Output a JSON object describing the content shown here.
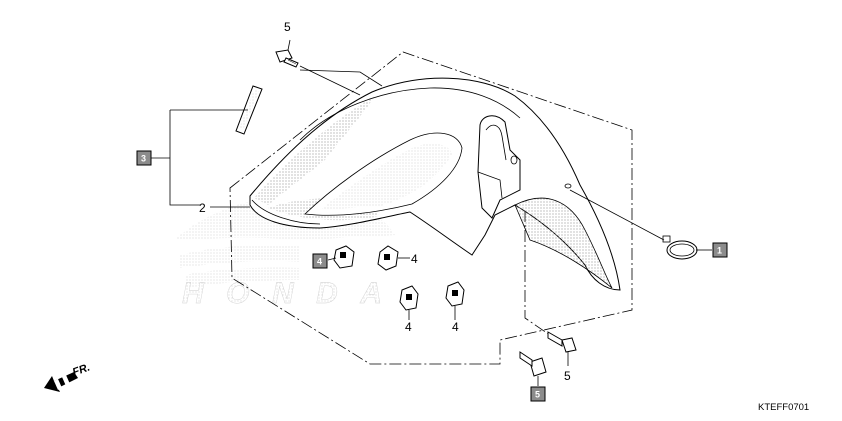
{
  "diagram": {
    "drawing_code": "KTEFF0701",
    "direction_label": "FR.",
    "watermark_text": "HONDA",
    "callouts": [
      {
        "id": "c5-top",
        "label": "5"
      },
      {
        "id": "c2",
        "label": "2"
      },
      {
        "id": "c4-right-top",
        "label": "4"
      },
      {
        "id": "c4-bottom-left",
        "label": "4"
      },
      {
        "id": "c4-bottom-right",
        "label": "4"
      },
      {
        "id": "c5-bottom-right",
        "label": "5"
      }
    ],
    "badges": [
      {
        "id": "b3",
        "label": "3"
      },
      {
        "id": "b4",
        "label": "4"
      },
      {
        "id": "b1",
        "label": "1"
      },
      {
        "id": "b5",
        "label": "5"
      }
    ]
  }
}
